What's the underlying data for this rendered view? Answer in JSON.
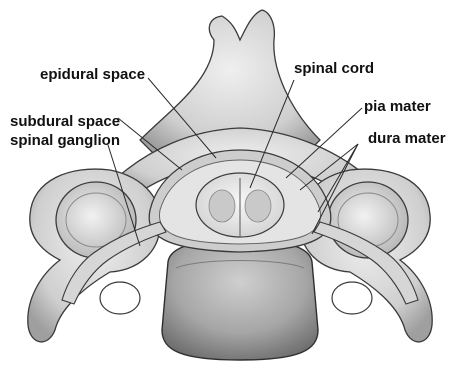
{
  "labels": {
    "epidural_space": "epidural space",
    "spinal_cord": "spinal cord",
    "subdural_space": "subdural space",
    "spinal_ganglion": "spinal ganglion",
    "pia_mater": "pia mater",
    "dura_mater": "dura mater"
  },
  "colors": {
    "bone": "#d9d9d9",
    "bone_shade": "#a9a9a9",
    "outline": "#3a3a3a",
    "cord": "#ececec",
    "leader": "#2a2a2a"
  }
}
